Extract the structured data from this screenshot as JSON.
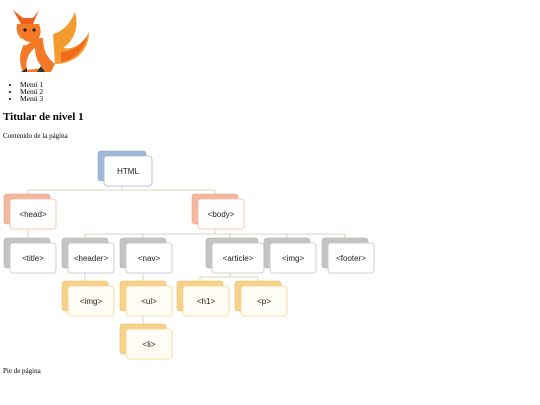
{
  "menu": {
    "items": [
      "Menú 1",
      "Menú 2",
      "Menú 3"
    ]
  },
  "heading": "Titular de nivel 1",
  "content": "Contenido de la página",
  "footer": "Pie de página",
  "diagram": {
    "html": "HTML",
    "head": "<head>",
    "body": "<body>",
    "title": "<title>",
    "header": "<header>",
    "nav": "<nav>",
    "article": "<article>",
    "img_top": "<img>",
    "footer": "<footer>",
    "img_header": "<img>",
    "ul": "<ul>",
    "h1": "<h1>",
    "p": "<p>",
    "li": "<li>"
  },
  "colors": {
    "blue_back": "#9fb8d9",
    "orange_back": "#f2b8a0",
    "gray_back": "#c4c4c4",
    "yellow_back": "#f7d28a",
    "front_fill": "#ffffff",
    "connector": "#d9c4a8"
  }
}
